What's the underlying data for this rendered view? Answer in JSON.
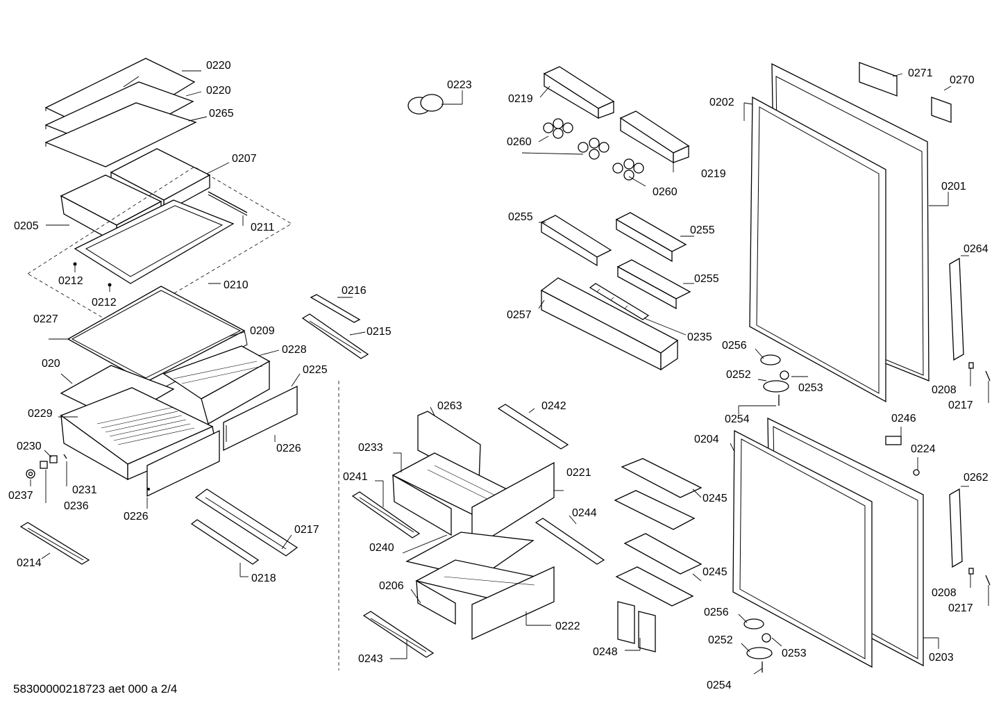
{
  "labels": {
    "l0220a": "0220",
    "l0220b": "0220",
    "l0265": "0265",
    "l0207": "0207",
    "l0205": "0205",
    "l0211": "0211",
    "l0212a": "0212",
    "l0212b": "0212",
    "l0210": "0210",
    "l0227": "0227",
    "l0209": "0209",
    "l0228": "0228",
    "l020": "020",
    "l0225": "0225",
    "l0229": "0229",
    "l0230": "0230",
    "l0226a": "0226",
    "l0226b": "0226",
    "l0231": "0231",
    "l0237": "0237",
    "l0236": "0236",
    "l0214": "0214",
    "l0217c": "0217",
    "l0218": "0218",
    "l0216": "0216",
    "l0215": "0215",
    "l0223": "0223",
    "l0219a": "0219",
    "l0219b": "0219",
    "l0260a": "0260",
    "l0260b": "0260",
    "l0255a": "0255",
    "l0255b": "0255",
    "l0255c": "0255",
    "l0257": "0257",
    "l0235": "0235",
    "l0263": "0263",
    "l0242": "0242",
    "l0233": "0233",
    "l0241": "0241",
    "l0221": "0221",
    "l0244": "0244",
    "l0240": "0240",
    "l0206": "0206",
    "l0222": "0222",
    "l0243": "0243",
    "l0245a": "0245",
    "l0245b": "0245",
    "l0248": "0248",
    "l0271": "0271",
    "l0270": "0270",
    "l0202": "0202",
    "l0201": "0201",
    "l0264": "0264",
    "l0256a": "0256",
    "l0252a": "0252",
    "l0253a": "0253",
    "l0254a": "0254",
    "l0208a": "0208",
    "l0217a": "0217",
    "l0246": "0246",
    "l0204": "0204",
    "l0224": "0224",
    "l0262": "0262",
    "l0208b": "0208",
    "l0217b": "0217",
    "l0256b": "0256",
    "l0252b": "0252",
    "l0253b": "0253",
    "l0254b": "0254",
    "l0203": "0203"
  },
  "footer": "58300000218723 aet 000 a 2/4"
}
